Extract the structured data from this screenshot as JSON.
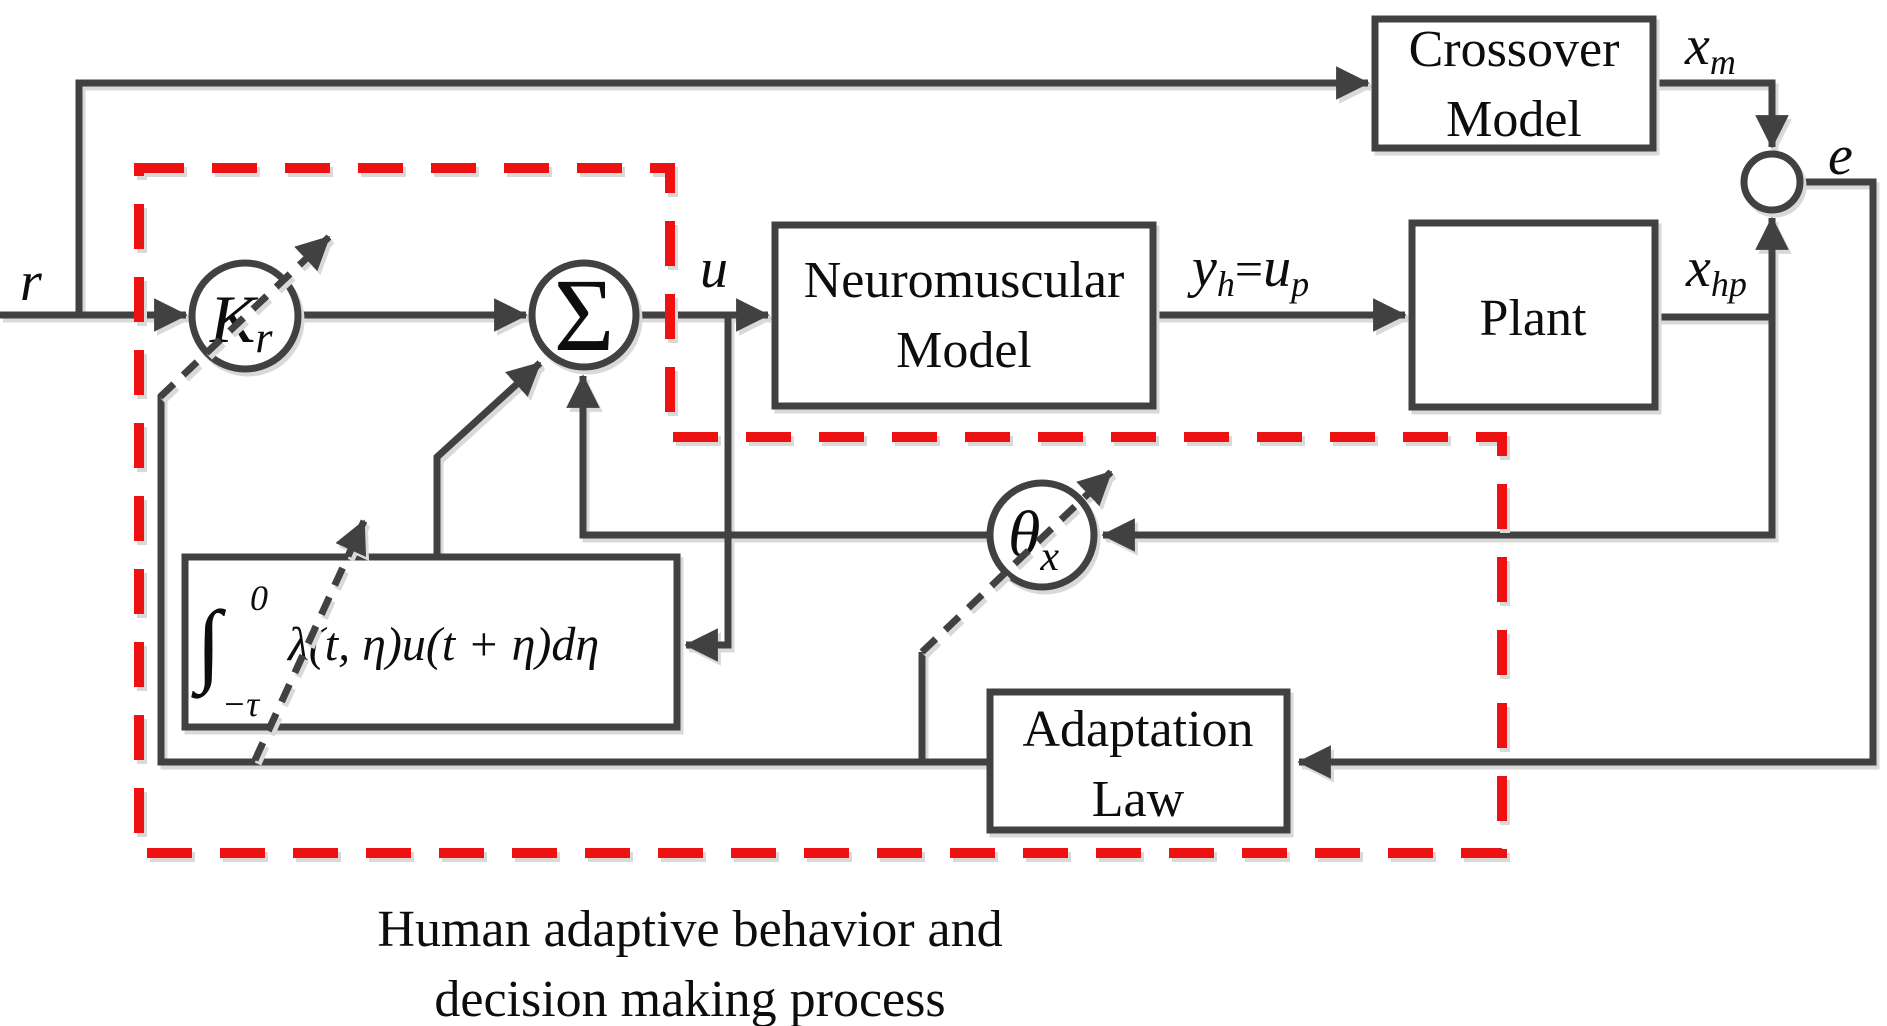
{
  "colors": {
    "line": "#414141",
    "boundary_red": "#ee1111",
    "text": "#0d0d0d",
    "background": "#ffffff"
  },
  "boxes": {
    "crossover": {
      "line1": "Crossover",
      "line2": "Model"
    },
    "neuromuscular": {
      "line1": "Neuromuscular",
      "line2": "Model"
    },
    "plant": {
      "label": "Plant"
    },
    "adaptation": {
      "line1": "Adaptation",
      "line2": "Law"
    },
    "integral": {
      "int_sign": "∫",
      "upper_limit": "0",
      "lower_limit": "−τ",
      "body": "λ(t, η)u(t + η)dη"
    }
  },
  "nodes": {
    "gain": {
      "base": "K",
      "sub": "r"
    },
    "sum": {
      "label": "Σ"
    },
    "theta": {
      "base": "θ",
      "sub": "x"
    }
  },
  "signals": {
    "r": "r",
    "u": "u",
    "y_eq": {
      "base1": "y",
      "sub1": "h",
      "eq": "=",
      "base2": "u",
      "sub2": "p"
    },
    "x_hp": {
      "base": "x",
      "sub": "hp"
    },
    "x_m": {
      "base": "x",
      "sub": "m"
    },
    "e": "e"
  },
  "caption": {
    "line1": "Human adaptive behavior and",
    "line2": "decision making process"
  }
}
